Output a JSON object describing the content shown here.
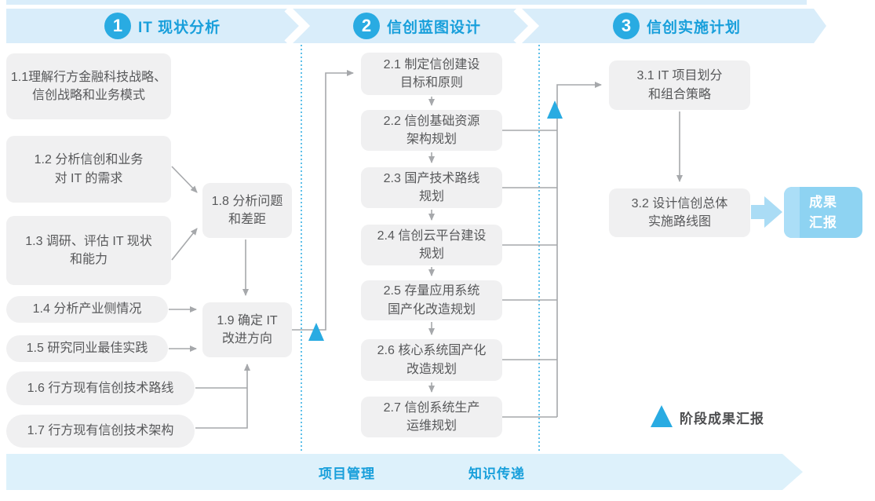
{
  "colors": {
    "accent_blue": "#29abe2",
    "header_text_blue": "#189fdb",
    "band_light_blue": "#d9edfa",
    "footer_band_blue": "#ddf1fb",
    "box_gray": "#f0f0f1",
    "box_text_gray": "#57585a",
    "connector_gray": "#a6a8ab",
    "deliverable_blue": "#8ed3f2"
  },
  "phases": [
    {
      "number": "1",
      "title": "IT 现状分析"
    },
    {
      "number": "2",
      "title": "信创蓝图设计"
    },
    {
      "number": "3",
      "title": "信创实施计划"
    }
  ],
  "steps": {
    "s11": "1.1理解行方金融科技战略、\n信创战略和业务模式",
    "s12": "1.2 分析信创和业务\n对 IT 的需求",
    "s13": "1.3 调研、评估 IT 现状\n和能力",
    "s14": "1.4 分析产业侧情况",
    "s15": "1.5 研究同业最佳实践",
    "s16": "1.6 行方现有信创技术路线",
    "s17": "1.7 行方现有信创技术架构",
    "s18": "1.8 分析问题\n和差距",
    "s19": "1.9 确定 IT\n改进方向",
    "s21": "2.1 制定信创建设\n目标和原则",
    "s22": "2.2 信创基础资源\n架构规划",
    "s23": "2.3 国产技术路线\n规划",
    "s24": "2.4 信创云平台建设\n规划",
    "s25": "2.5 存量应用系统\n国产化改造规划",
    "s26": "2.6 核心系统国产化\n改造规划",
    "s27": "2.7 信创系统生产\n运维规划",
    "s31": "3.1 IT 项目划分\n和组合策略",
    "s32": "3.2 设计信创总体\n实施路线图"
  },
  "deliverable": {
    "label": "成果\n汇报"
  },
  "legend": {
    "label": "阶段成果汇报"
  },
  "footer": {
    "items": [
      {
        "label": "项目管理"
      },
      {
        "label": "知识传递"
      }
    ]
  }
}
